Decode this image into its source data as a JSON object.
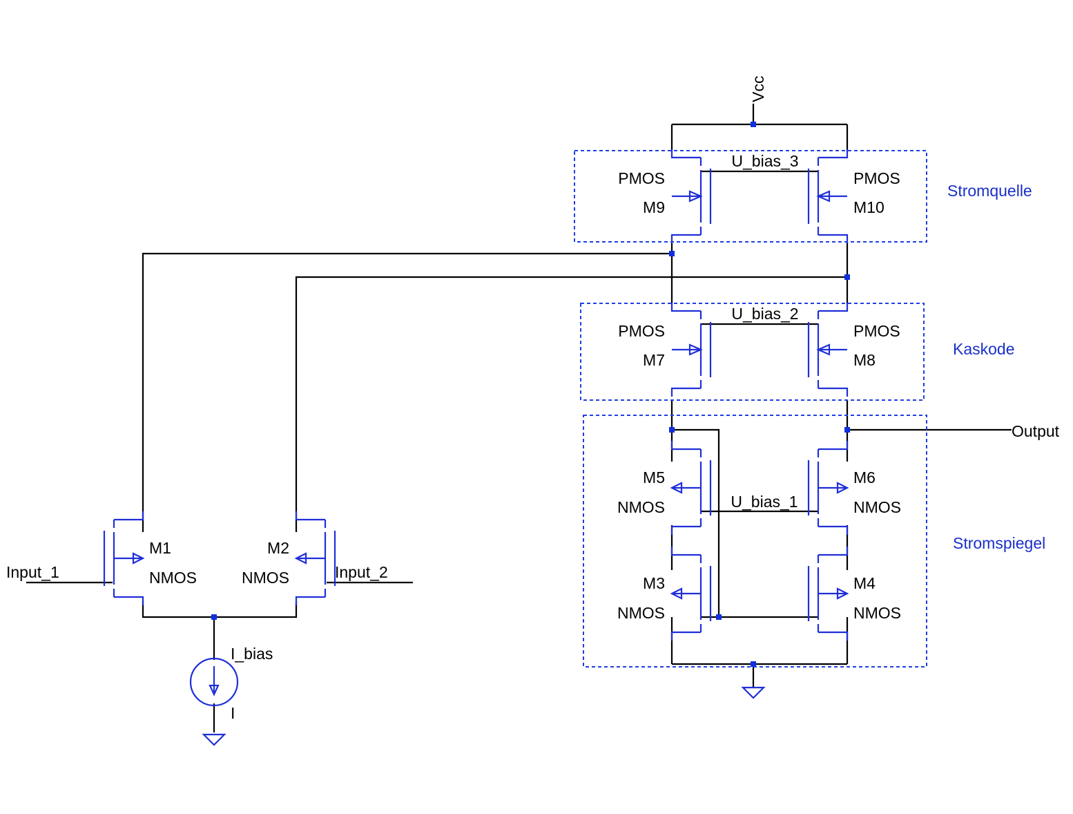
{
  "nets": {
    "vcc": "Vcc",
    "output": "Output",
    "input_1": "Input_1",
    "input_2": "Input_2",
    "u_bias_1": "U_bias_1",
    "u_bias_2": "U_bias_2",
    "u_bias_3": "U_bias_3"
  },
  "blocks": {
    "current_source": "Stromquelle",
    "cascode": "Kaskode",
    "current_mirror": "Stromspiegel"
  },
  "transistors": {
    "m1": {
      "name": "M1",
      "type": "NMOS"
    },
    "m2": {
      "name": "M2",
      "type": "NMOS"
    },
    "m3": {
      "name": "M3",
      "type": "NMOS"
    },
    "m4": {
      "name": "M4",
      "type": "NMOS"
    },
    "m5": {
      "name": "M5",
      "type": "NMOS"
    },
    "m6": {
      "name": "M6",
      "type": "NMOS"
    },
    "m7": {
      "name": "M7",
      "type": "PMOS"
    },
    "m8": {
      "name": "M8",
      "type": "PMOS"
    },
    "m9": {
      "name": "M9",
      "type": "PMOS"
    },
    "m10": {
      "name": "M10",
      "type": "PMOS"
    }
  },
  "current_source": {
    "name": "I_bias",
    "value": "I"
  }
}
